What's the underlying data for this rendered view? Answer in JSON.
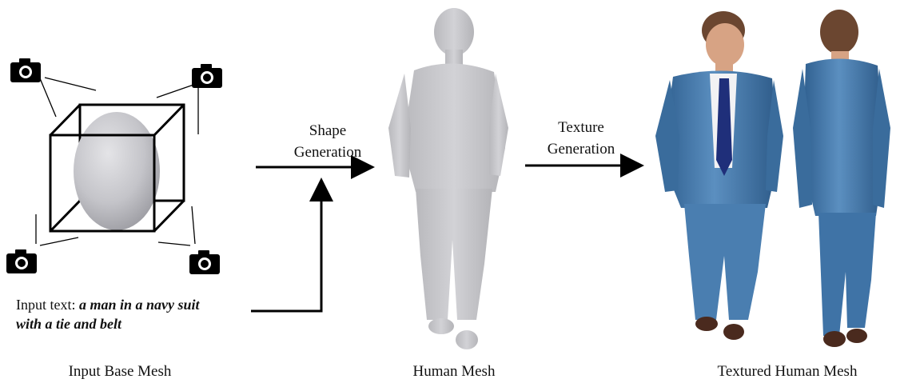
{
  "input_text": {
    "prefix": "Input text:",
    "prompt_line1": "a man in a navy suit",
    "prompt_line2": "with a tie and belt"
  },
  "steps": {
    "shape": {
      "line1": "Shape",
      "line2": "Generation"
    },
    "texture": {
      "line1": "Texture",
      "line2": "Generation"
    }
  },
  "captions": {
    "input": "Input Base Mesh",
    "human": "Human Mesh",
    "textured": "Textured Human Mesh"
  },
  "colors": {
    "mesh_gray": "#c9c9cc",
    "suit_blue": "#3d6f9e",
    "tie_navy": "#1f2f7a",
    "skin": "#d7a384",
    "hair": "#6b4630",
    "shoe": "#4a2a1e"
  },
  "icons": [
    "camera-icon",
    "camera-icon",
    "camera-icon",
    "camera-icon"
  ]
}
